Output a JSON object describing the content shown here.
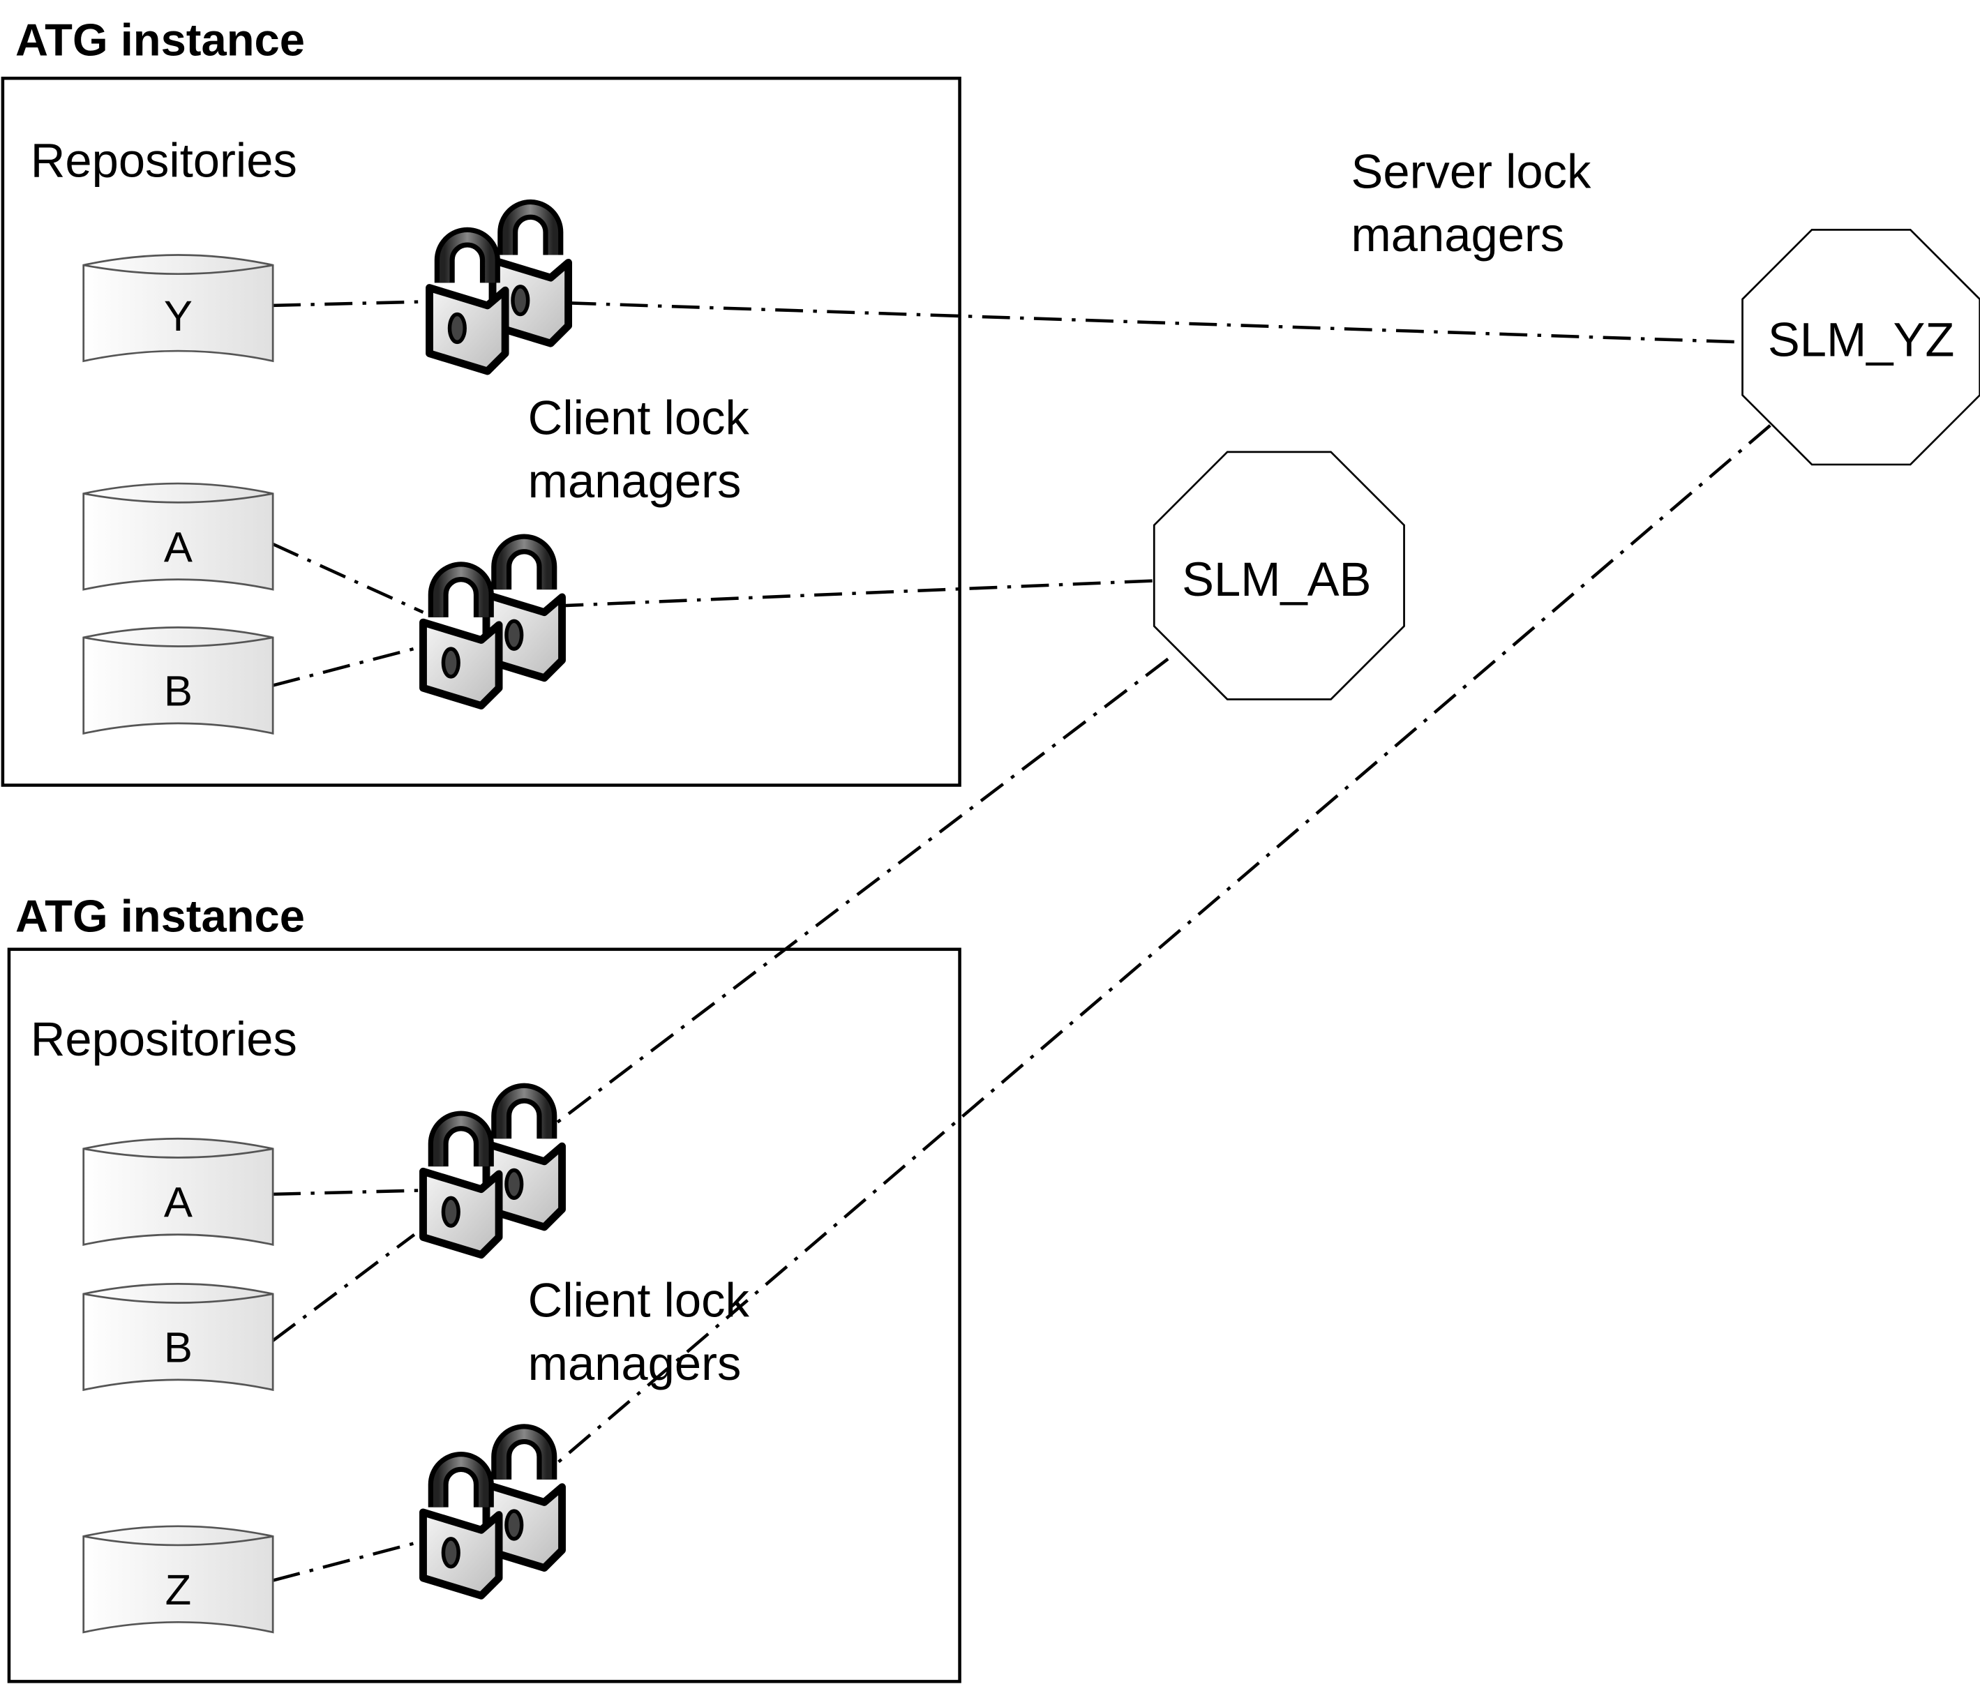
{
  "instances": [
    {
      "title": "ATG instance",
      "repositories_label": "Repositories",
      "repositories": [
        "Y",
        "A",
        "B"
      ],
      "client_lock_label": [
        "Client lock",
        "managers"
      ]
    },
    {
      "title": "ATG instance",
      "repositories_label": "Repositories",
      "repositories": [
        "A",
        "B",
        "Z"
      ],
      "client_lock_label": [
        "Client lock",
        "managers"
      ]
    }
  ],
  "server_lock_label": [
    "Server lock",
    "managers"
  ],
  "server_lock_managers": [
    "SLM_YZ",
    "SLM_AB"
  ],
  "icons": {
    "lock": "padlock-pair-icon",
    "repository": "database-cylinder-icon",
    "server": "octagon"
  }
}
